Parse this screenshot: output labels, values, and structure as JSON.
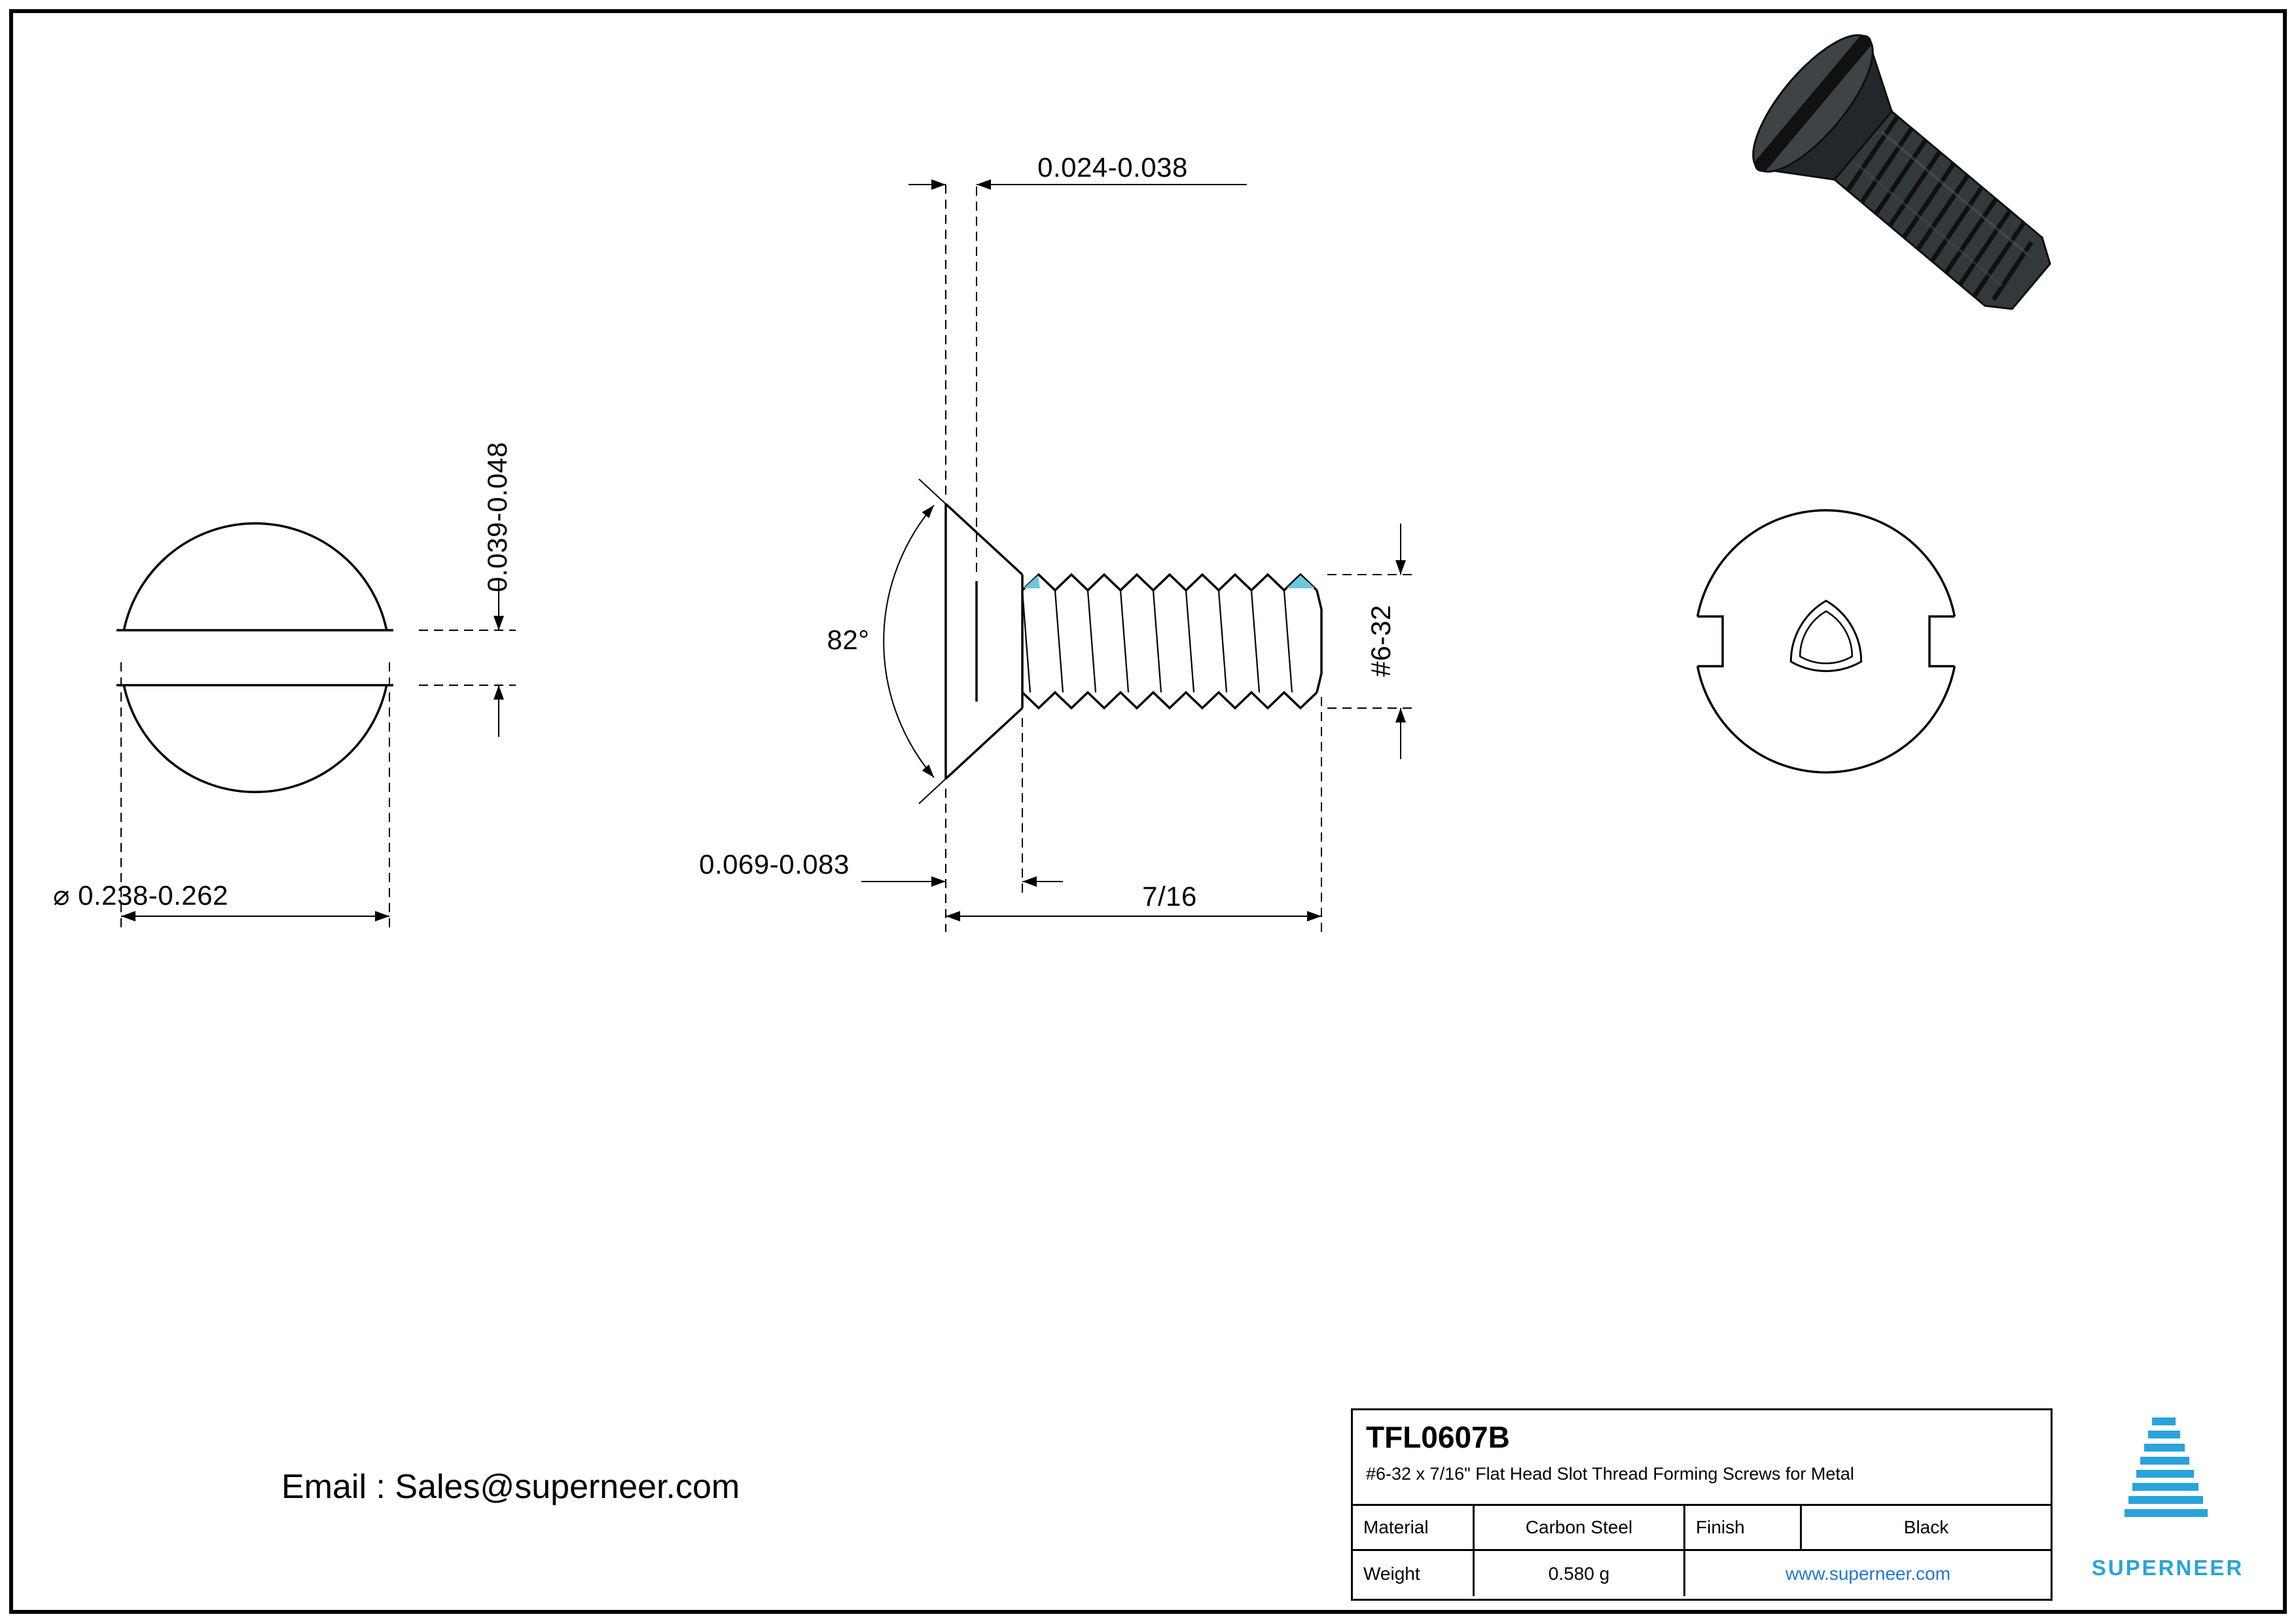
{
  "page": {
    "email": "Email : Sales@superneer.com"
  },
  "views": {
    "front": {
      "slot_width": "0.039-0.048",
      "head_diameter": "⌀ 0.238-0.262"
    },
    "side": {
      "slot_depth": "0.024-0.038",
      "angle": "82°",
      "head_height": "0.069-0.083",
      "length": "7/16",
      "thread": "#6-32"
    }
  },
  "title_block": {
    "part_number": "TFL0607B",
    "description": "#6-32 x 7/16\" Flat Head Slot Thread Forming Screws for Metal",
    "material_label": "Material",
    "material": "Carbon Steel",
    "finish_label": "Finish",
    "finish": "Black",
    "weight_label": "Weight",
    "weight": "0.580 g",
    "website": "www.superneer.com",
    "brand": "SUPERNEER"
  },
  "colors": {
    "line": "#000000",
    "link": "#2277cc",
    "brand_blue": "#29a3dc",
    "thread_highlight": "#6ec6dc"
  }
}
